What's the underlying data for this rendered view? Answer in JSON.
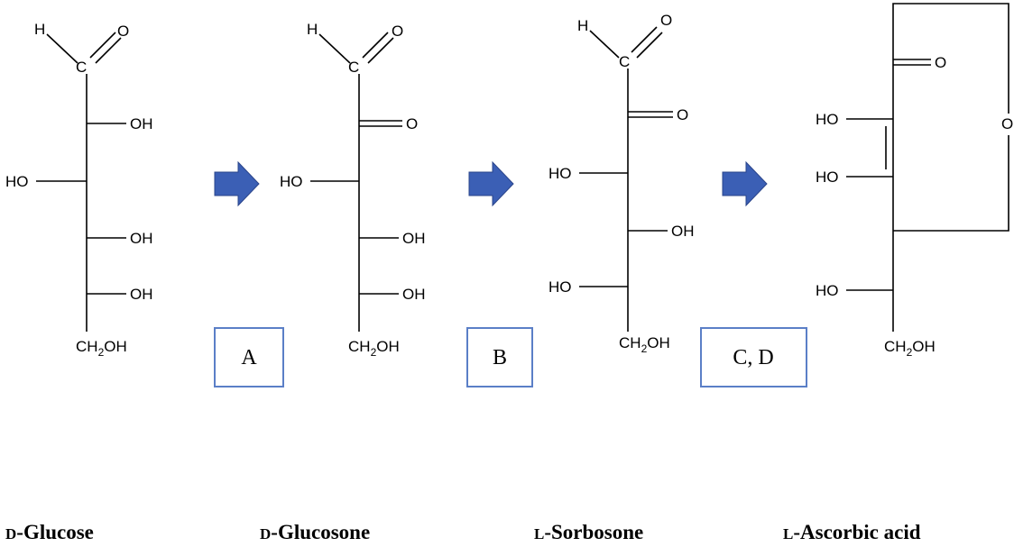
{
  "atoms": {
    "h": "H",
    "c": "C",
    "o": "O",
    "oh": "OH",
    "ho": "HO",
    "ch2": "CH",
    "sub2": "2",
    "oh_tail": "OH"
  },
  "steps": {
    "a": "A",
    "b": "B",
    "cd": "C, D"
  },
  "compounds": {
    "glucose": {
      "prefix": "D",
      "name": "-Glucose"
    },
    "glucosone": {
      "prefix": "D",
      "name": "-Glucosone"
    },
    "sorbosone": {
      "prefix": "L",
      "name": "-Sorbosone"
    },
    "ascorbic": {
      "prefix": "L",
      "name": "-Ascorbic acid"
    }
  },
  "colors": {
    "arrow": "#3b5fb5",
    "box_border": "#5b7fc7",
    "bond": "#000000"
  }
}
